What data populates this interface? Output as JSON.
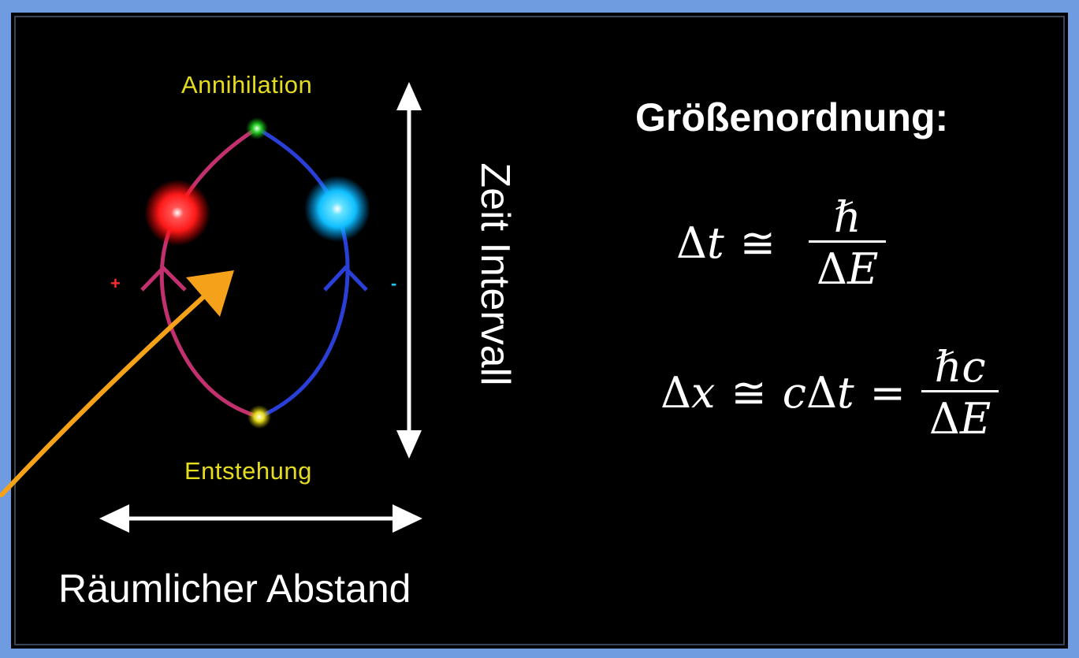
{
  "diagram": {
    "top_label": "Annihilation",
    "bottom_label": "Entstehung",
    "plus_sign": "+",
    "minus_sign": "-",
    "vertical_axis_label": "Zeit Intervall",
    "horizontal_axis_label": "Räumlicher Abstand"
  },
  "formulas": {
    "heading": "Größenordnung:",
    "eq1": {
      "lhs_delta": "Δ",
      "lhs_var": "t",
      "relation": "≅",
      "numerator": "ℏ",
      "denominator_delta": "Δ",
      "denominator_var": "E"
    },
    "eq2": {
      "lhs_delta": "Δ",
      "lhs_var": "x",
      "relation": "≅",
      "middle_c": "c",
      "middle_delta": "Δ",
      "middle_var": "t",
      "equals": "=",
      "numerator_hbar": "ℏ",
      "numerator_c": "c",
      "denominator_delta": "Δ",
      "denominator_var": "E"
    }
  },
  "colors": {
    "frame": "#6f9be0",
    "particle_positive": "#ff2a2a",
    "particle_negative": "#1ec8ff",
    "worldline_positive": "#c2306e",
    "worldline_negative": "#2a3fd8",
    "annihilation_vertex": "#22cc22",
    "creation_vertex": "#e6dc1e",
    "pointer_arrow": "#f5a21a",
    "label_yellow": "#e6dc1e"
  }
}
